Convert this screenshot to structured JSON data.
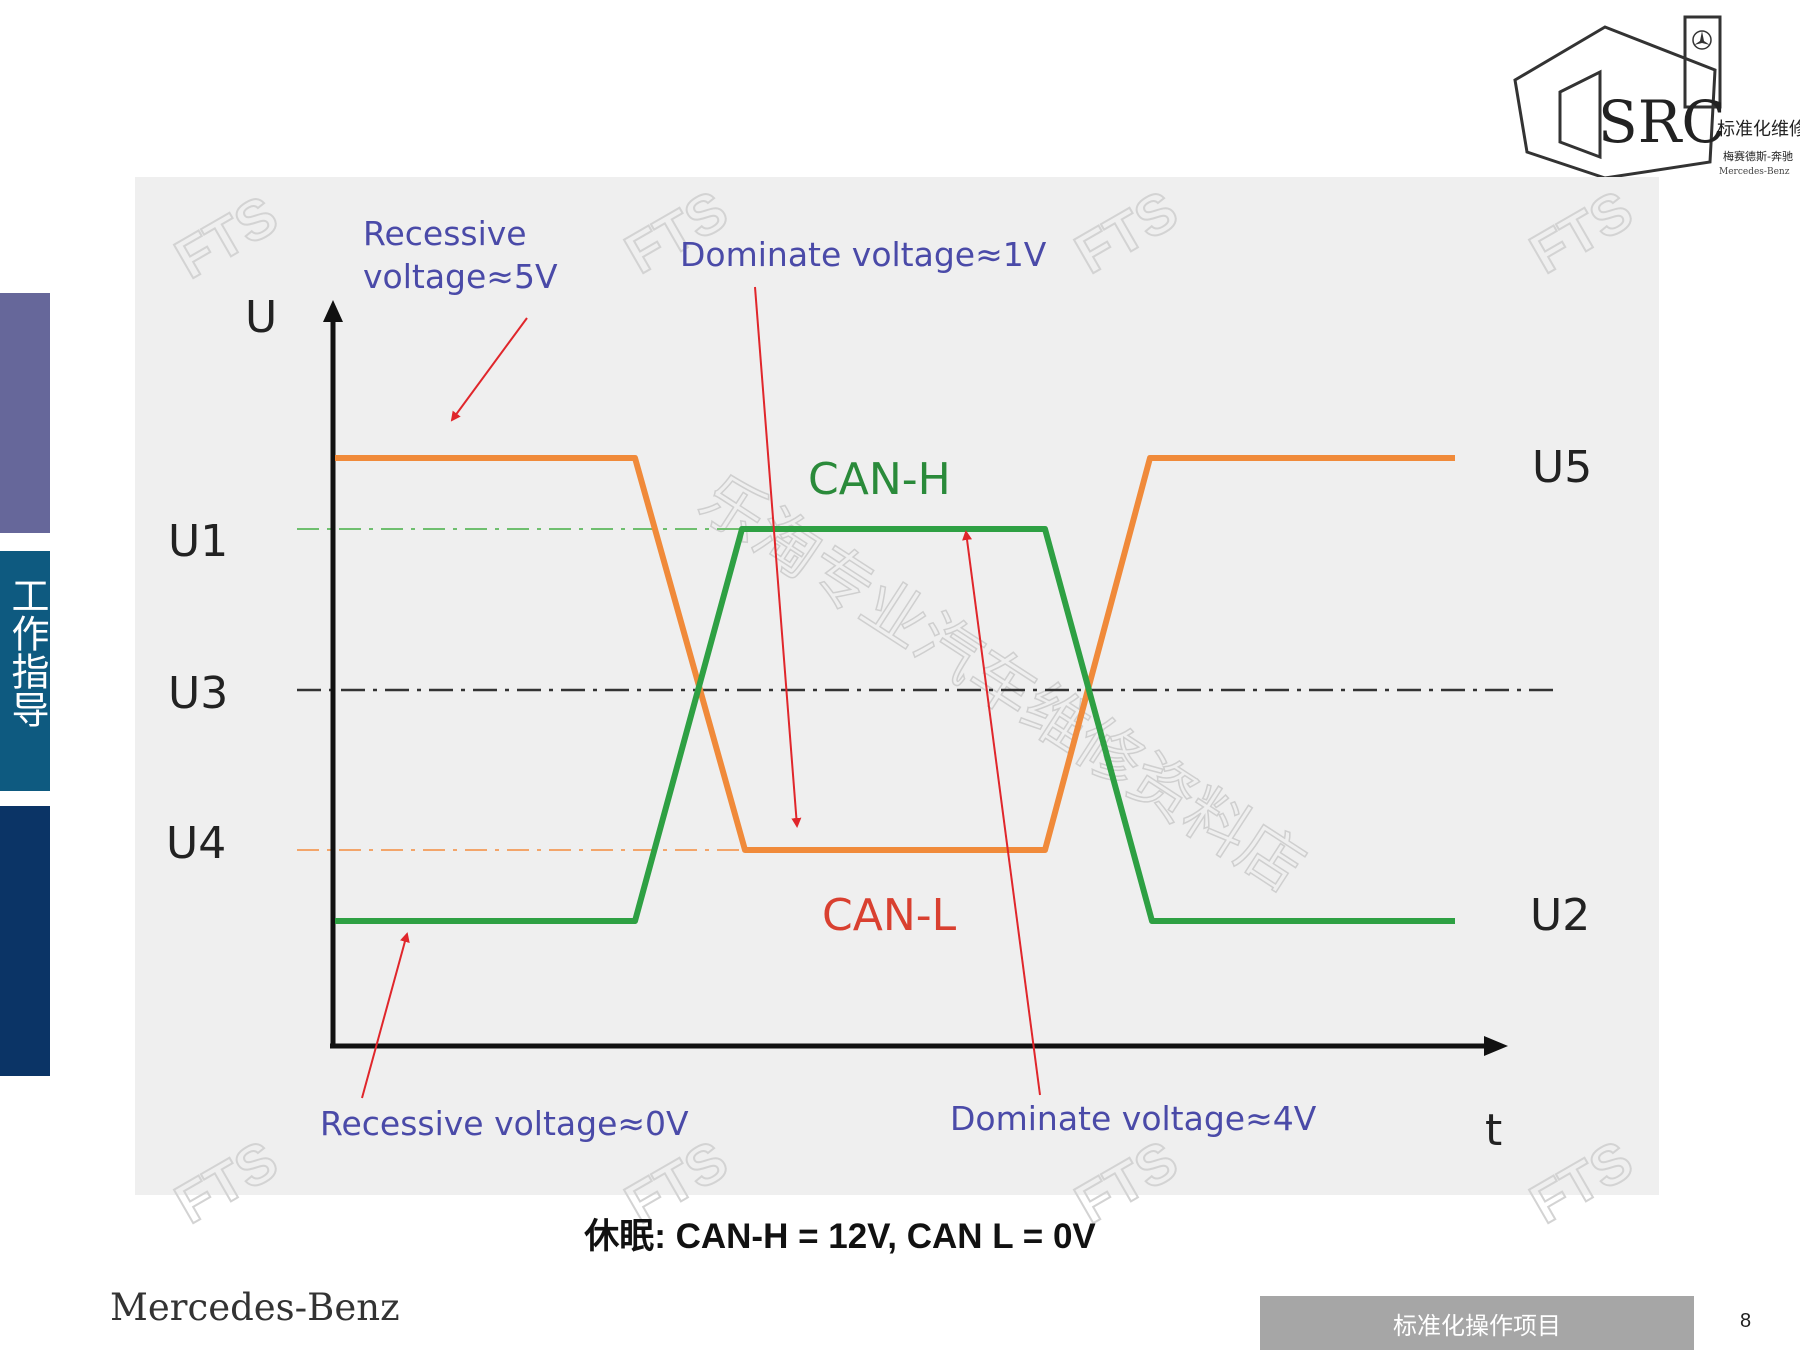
{
  "side_tab": {
    "label": "工作指导"
  },
  "logo": {
    "main": "SRC",
    "sub1": "标准化维修",
    "sub2": "梅赛德斯-奔驰",
    "sub3": "Mercedes-Benz"
  },
  "diagram": {
    "axis": {
      "y_label": "U",
      "x_label": "t"
    },
    "levels": {
      "u1": "U1",
      "u2": "U2",
      "u3": "U3",
      "u4": "U4",
      "u5": "U5"
    },
    "traces": {
      "can_h": "CAN-H",
      "can_l": "CAN-L"
    },
    "annotations": {
      "recessive_5v_line1": "Recessive",
      "recessive_5v_line2": "voltage≈5V",
      "dominate_1v": "Dominate voltage≈1V",
      "recessive_0v": "Recessive voltage≈0V",
      "dominate_4v": "Dominate voltage≈4V"
    },
    "watermarks": {
      "fts": "FTS",
      "shop": "乐淘专业汽车维修资料店"
    },
    "colors": {
      "can_h": "#2ea043",
      "can_l": "#f08a3a",
      "annotation_text": "#4a4aa8",
      "arrow": "#e0262b",
      "background": "#efefef"
    }
  },
  "caption": "休眠: CAN-H = 12V,  CAN L =  0V",
  "footer": {
    "brand": "Mercedes-Benz",
    "label": "标准化操作项目",
    "page": "8"
  }
}
